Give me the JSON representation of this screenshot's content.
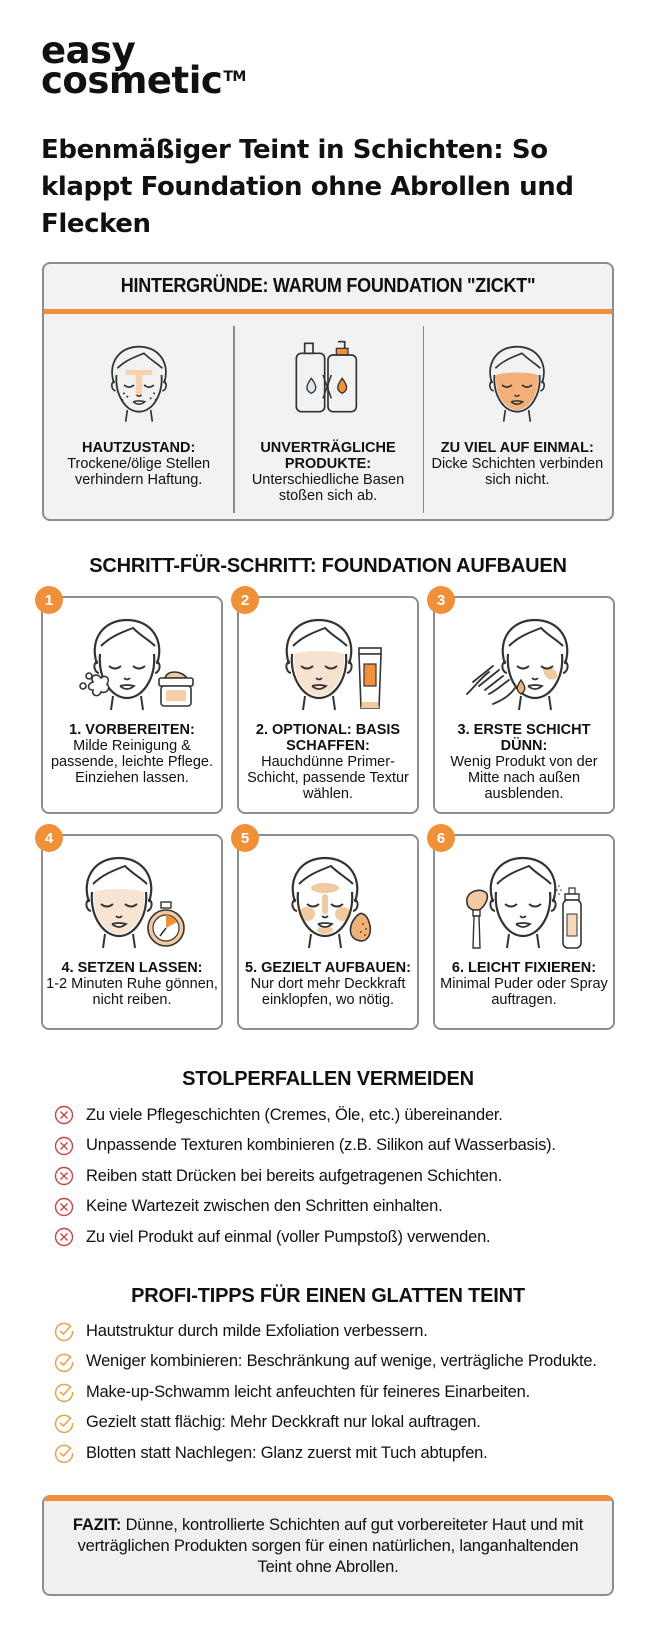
{
  "brand": {
    "line1": "easy",
    "line2": "cosmetic",
    "trademark": "TM"
  },
  "title": "Ebenmäßiger Teint in Schichten: So klappt Foundation ohne Abrollen und Flecken",
  "colors": {
    "accent": "#f0913a",
    "accent_light": "#f6c9a0",
    "skin_tint": "#f3dcc6",
    "error": "#c8453f",
    "check": "#e8a24a",
    "border": "#8e8e8e",
    "panel_bg": "#f2f2f2"
  },
  "reasons": {
    "title": "HINTERGRÜNDE: WARUM FOUNDATION \"ZICKT\"",
    "items": [
      {
        "icon": "face-patchy-skin-icon",
        "heading": "HAUTZUSTAND:",
        "text": "Trockene/ölige Stellen verhindern Haftung."
      },
      {
        "icon": "incompatible-bottles-icon",
        "heading": "UNVERTRÄGLICHE PRODUKTE:",
        "text": "Unterschiedliche Basen stoßen sich ab."
      },
      {
        "icon": "face-heavy-layer-icon",
        "heading": "ZU VIEL AUF EINMAL:",
        "text": "Dicke Schichten verbinden sich nicht."
      }
    ]
  },
  "steps": {
    "title": "SCHRITT-FÜR-SCHRITT: FOUNDATION AUFBAUEN",
    "items": [
      {
        "number": "1",
        "icon": "face-cleansing-cream-icon",
        "heading": "1. VORBEREITEN:",
        "text": "Milde Reinigung & passende, leichte Pflege. Einziehen lassen."
      },
      {
        "number": "2",
        "icon": "face-primer-tube-icon",
        "heading": "2. OPTIONAL: BASIS SCHAFFEN:",
        "text": "Hauchdünne Primer-Schicht, passende Textur wählen."
      },
      {
        "number": "3",
        "icon": "face-hand-drop-icon",
        "heading": "3. ERSTE SCHICHT DÜNN:",
        "text": "Wenig Produkt von der Mitte nach außen ausblenden."
      },
      {
        "number": "4",
        "icon": "face-stopwatch-icon",
        "heading": "4. SETZEN LASSEN:",
        "text": "1-2 Minuten Ruhe gönnen, nicht reiben."
      },
      {
        "number": "5",
        "icon": "face-sponge-icon",
        "heading": "5. GEZIELT AUFBAUEN:",
        "text": "Nur dort mehr Deckkraft einklopfen, wo nötig."
      },
      {
        "number": "6",
        "icon": "face-brush-spray-icon",
        "heading": "6. LEICHT FIXIEREN:",
        "text": "Minimal Puder oder Spray auftragen."
      }
    ]
  },
  "pitfalls": {
    "title": "STOLPERFALLEN VERMEIDEN",
    "icon": "x-circle-icon",
    "items": [
      "Zu viele Pflegeschichten (Cremes, Öle, etc.) übereinander.",
      "Unpassende Texturen kombinieren (z.B. Silikon auf Wasserbasis).",
      "Reiben statt Drücken bei bereits aufgetragenen Schichten.",
      "Keine Wartezeit zwischen den Schritten einhalten.",
      "Zu viel Produkt auf einmal (voller Pumpstoß) verwenden."
    ]
  },
  "tips": {
    "title": "PROFI-TIPPS FÜR EINEN GLATTEN TEINT",
    "icon": "check-circle-icon",
    "items": [
      "Hautstruktur durch milde Exfoliation verbessern.",
      "Weniger kombinieren: Beschränkung auf wenige, verträgliche Produkte.",
      "Make-up-Schwamm leicht anfeuchten für feineres Einarbeiten.",
      "Gezielt statt flächig: Mehr Deckkraft nur lokal auftragen.",
      "Blotten statt Nachlegen: Glanz zuerst mit Tuch abtupfen."
    ]
  },
  "conclusion": {
    "label": "FAZIT:",
    "text": " Dünne, kontrollierte Schichten auf gut vorbereiteter Haut und mit verträglichen Produkten sorgen für einen natürlichen, langanhaltenden Teint ohne Abrollen."
  }
}
